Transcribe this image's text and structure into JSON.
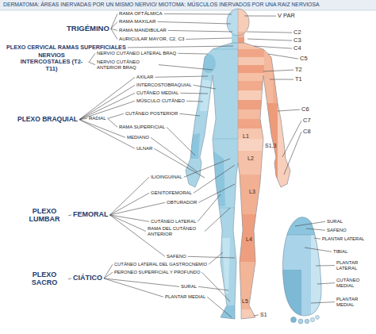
{
  "diagram": {
    "title": "DERMATOMA: ÁREAS INERVADAS POR UN MISMO NERVIO/ MIOTOMA: MÚSCULOS INERVADOS POR UNA RAIZ NERVIOSA",
    "labels": [
      "TRIGÉMINO",
      "RAMA OFTÁLMICA",
      "RAMA MAXILAR",
      "RAMA MANDIBULAR",
      "AURICULAR MAYOR, C2, C3",
      "PLEXO CERVICAL RAMAS SUPERFICIALES",
      "NERVIOS INTERCOSTALES (T2-T11)",
      "NERVIO CUTÁNEO LATERAL BRAQ",
      "NERVIO CUTÁNEO ANTERIOR BRAQ",
      "AXILAR",
      "INTERCOSTOBRAQUIAL",
      "CUTÁNEO MEDIAL",
      "MÚSCULO CUTÁNEO",
      "PLEXO BRAQUIAL",
      "RADIAL",
      "CUTÁNEO POSTERIOR",
      "RAMA SUPERFICIAL",
      "MEDIANO",
      "ULNAR",
      "ILIOINGUINAL",
      "GENITOFEMORAL",
      "OBTURADOR",
      "PLEXO LUMBAR",
      "FEMORAL",
      "CUTÁNEO LATERAL",
      "RAMA DEL CUTÁNEO ANTERIOR",
      "SAFENO",
      "PLEXO SACRO",
      "CIÁTICO",
      "CUTÁNEO LATERAL DEL GASTROCNEMIO",
      "PERONEO SUPERFICIAL Y PROFUNDO",
      "SURAL",
      "PLANTAR MEDIAL",
      "V PAR",
      "C2",
      "C3",
      "C4",
      "C5",
      "T2",
      "T1",
      "C6",
      "C7",
      "C8",
      "L1",
      "S1,3",
      "L2",
      "L3",
      "L4",
      "L5",
      "S1",
      "SURAL",
      "SAFENO",
      "PLANTAR LATERAL",
      "TIBIAL",
      "PLANTAR LATERAL",
      "CUTÁNEO MEDIAL",
      "PLANTAR MEDIAL"
    ]
  }
}
